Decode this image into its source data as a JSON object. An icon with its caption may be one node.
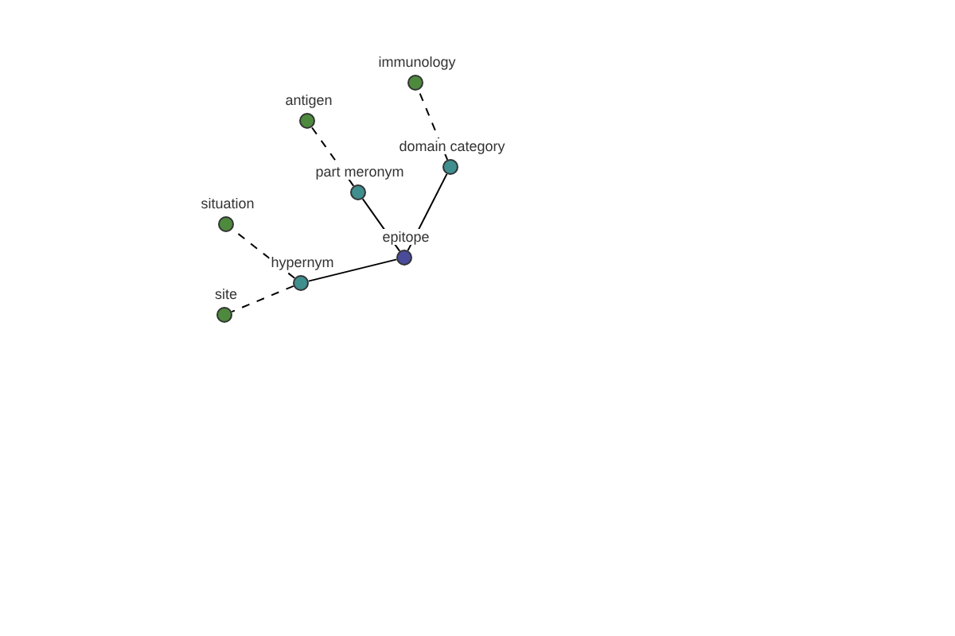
{
  "diagram": {
    "nodes": [
      {
        "text": [
          "immunology"
        ]
      },
      {
        "text": [
          "antigen"
        ]
      },
      {
        "text": [
          "domain category"
        ]
      },
      {
        "text": [
          "part meronym"
        ]
      },
      {
        "text": [
          "situation"
        ]
      },
      {
        "text": [
          "epitope"
        ]
      },
      {
        "text": [
          "hypernym"
        ]
      },
      {
        "text": [
          "site"
        ]
      }
    ],
    "edges": [
      {
        "from": 5,
        "to": 2,
        "arrow": "none"
      },
      {
        "from": 5,
        "to": 3,
        "arrow": "none"
      },
      {
        "from": 5,
        "to": 6,
        "arrow": "none"
      },
      {
        "from": 2,
        "to": 0,
        "arrow": "none",
        "style": "dashed"
      },
      {
        "from": 3,
        "to": 1,
        "arrow": "none",
        "style": "dashed"
      },
      {
        "from": 6,
        "to": 4,
        "arrow": "none",
        "style": "dashed"
      },
      {
        "from": 6,
        "to": 7,
        "arrow": "none",
        "style": "dashed"
      }
    ]
  }
}
